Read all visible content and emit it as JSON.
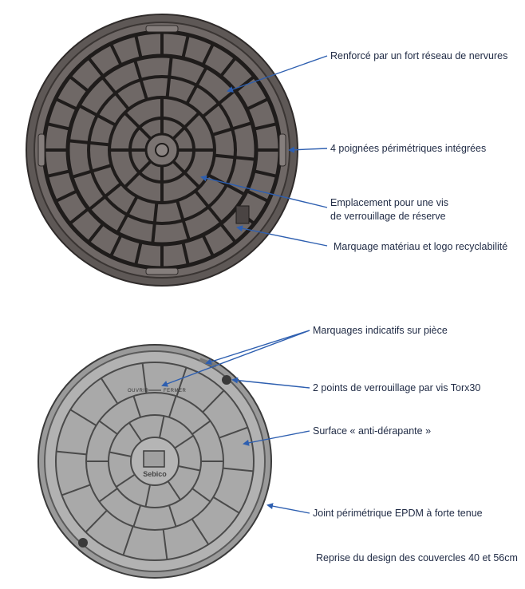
{
  "top_callouts": [
    "Renforcé par un fort réseau de nervures",
    "4 poignées périmétriques intégrées",
    "Emplacement pour une vis",
    "de verrouillage de réserve",
    "Marquage matériau et logo recyclabilité"
  ],
  "bottom_callouts": [
    "Marquages indicatifs sur pièce",
    "2 points de verrouillage par vis Torx30",
    "Surface « anti-dérapante »",
    "Joint périmétrique EPDM à forte tenue"
  ],
  "note": "Reprise du design des couvercles 40 et 56cm",
  "cover_markings": {
    "open": "OUVRIR",
    "close": "FERMER",
    "logo": "Sebico"
  },
  "colors": {
    "arrow": "#2e5fb0",
    "top_cover": "#6f6866",
    "bottom_cover": "#a9a9a9",
    "text": "#1f2a44"
  }
}
